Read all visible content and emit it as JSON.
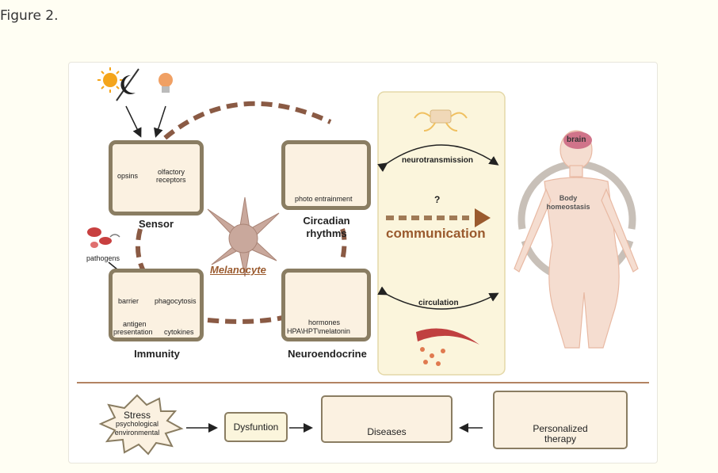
{
  "caption": "Figure 2.",
  "sensor": {
    "title": "Sensor",
    "opsins": "opsins",
    "olfactory": "olfactory",
    "receptors": "receptors"
  },
  "circadian": {
    "title_line1": "Circadian",
    "title_line2": "rhythms",
    "photo": "photo entrainment"
  },
  "immunity": {
    "title": "Immunity",
    "pathogens": "pathogens",
    "barrier": "barrier",
    "phagocytosis": "phagocytosis",
    "antigen": "antigen",
    "presentation": "presentation",
    "cytokines": "cytokines"
  },
  "neuroendocrine": {
    "title": "Neuroendocrine",
    "hormones": "hormones",
    "axes": "HPA\\HPT\\melatonin"
  },
  "melanocyte": "Melanocyte",
  "communication": {
    "neurotransmission": "neurotransmission",
    "question": "?",
    "label": "communication",
    "circulation": "circulation"
  },
  "body": {
    "brain": "brain",
    "homeostasis_line1": "Body",
    "homeostasis_line2": "homeostasis"
  },
  "bottom": {
    "stress": "Stress",
    "psychological": "psychological",
    "environmental": "environmental",
    "dysfunction": "Dysfuntion",
    "diseases": "Diseases",
    "therapy_line1": "Personalized",
    "therapy_line2": "therapy"
  },
  "colors": {
    "box_border": "#8a7d62",
    "box_fill": "#fbf1e1",
    "dash": "#8a5a44",
    "accent": "#9a5a2e",
    "panel": "#fbf5dc"
  }
}
